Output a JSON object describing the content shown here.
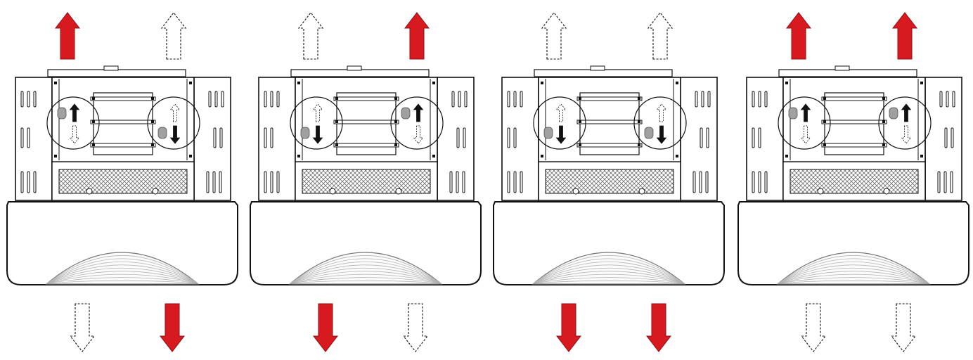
{
  "colors": {
    "active_arrow": "#d71920",
    "active_arrow_edge": "#8e1014",
    "line": "#111111",
    "paper": "#ffffff",
    "knob": "#a0a0a0"
  },
  "diagram": {
    "type": "airflow-configuration-diagram",
    "panels": [
      {
        "top_arrows": [
          {
            "side": "left",
            "state": "active",
            "icon": "solid-red-up-arrow"
          },
          {
            "side": "right",
            "state": "inactive",
            "icon": "dashed-up-arrow"
          }
        ],
        "bottom_arrows": [
          {
            "side": "left",
            "state": "inactive",
            "icon": "dashed-down-arrow"
          },
          {
            "side": "right",
            "state": "active",
            "icon": "solid-red-down-arrow"
          }
        ],
        "left_dial": {
          "up": "active",
          "down": "inactive",
          "knob": "upper"
        },
        "right_dial": {
          "up": "inactive",
          "down": "active",
          "knob": "lower"
        }
      },
      {
        "top_arrows": [
          {
            "side": "left",
            "state": "inactive",
            "icon": "dashed-up-arrow"
          },
          {
            "side": "right",
            "state": "active",
            "icon": "solid-red-up-arrow"
          }
        ],
        "bottom_arrows": [
          {
            "side": "left",
            "state": "active",
            "icon": "solid-red-down-arrow"
          },
          {
            "side": "right",
            "state": "inactive",
            "icon": "dashed-down-arrow"
          }
        ],
        "left_dial": {
          "up": "inactive",
          "down": "active",
          "knob": "lower"
        },
        "right_dial": {
          "up": "active",
          "down": "inactive",
          "knob": "upper"
        }
      },
      {
        "top_arrows": [
          {
            "side": "left",
            "state": "inactive",
            "icon": "dashed-up-arrow"
          },
          {
            "side": "right",
            "state": "inactive",
            "icon": "dashed-up-arrow"
          }
        ],
        "bottom_arrows": [
          {
            "side": "left",
            "state": "active",
            "icon": "solid-red-down-arrow"
          },
          {
            "side": "right",
            "state": "active",
            "icon": "solid-red-down-arrow"
          }
        ],
        "left_dial": {
          "up": "inactive",
          "down": "active",
          "knob": "lower"
        },
        "right_dial": {
          "up": "inactive",
          "down": "active",
          "knob": "lower"
        }
      },
      {
        "top_arrows": [
          {
            "side": "left",
            "state": "active",
            "icon": "solid-red-up-arrow"
          },
          {
            "side": "right",
            "state": "active",
            "icon": "solid-red-up-arrow"
          }
        ],
        "bottom_arrows": [
          {
            "side": "left",
            "state": "inactive",
            "icon": "dashed-down-arrow"
          },
          {
            "side": "right",
            "state": "inactive",
            "icon": "dashed-down-arrow"
          }
        ],
        "left_dial": {
          "up": "active",
          "down": "inactive",
          "knob": "upper"
        },
        "right_dial": {
          "up": "active",
          "down": "inactive",
          "knob": "upper"
        }
      }
    ]
  }
}
